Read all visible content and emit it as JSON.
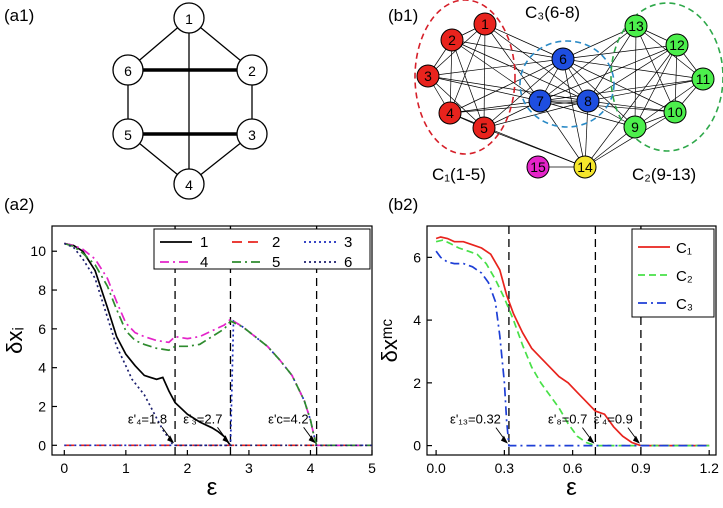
{
  "panels": {
    "a1": "(a1)",
    "a2": "(a2)",
    "b1": "(b1)",
    "b2": "(b2)"
  },
  "graph_a1": {
    "nodes": [
      "1",
      "2",
      "3",
      "4",
      "5",
      "6"
    ]
  },
  "graph_b1": {
    "cluster_labels": {
      "c1": "C₁(1-5)",
      "c2": "C₂(9-13)",
      "c3": "C₃(6-8)"
    },
    "nodes": [
      "1",
      "2",
      "3",
      "4",
      "5",
      "6",
      "7",
      "8",
      "9",
      "10",
      "11",
      "12",
      "13",
      "14",
      "15"
    ],
    "colors": {
      "c1": "#e8231d",
      "c2": "#4cef4c",
      "c3": "#1e4ee0",
      "n14": "#f5e62b",
      "n15": "#e424c9"
    }
  },
  "chart_data": [
    {
      "id": "a2",
      "type": "line",
      "xlabel": "ε",
      "ylabel": "δxᵢ",
      "xlim": [
        -0.2,
        5.0
      ],
      "ylim": [
        -0.5,
        11.3
      ],
      "xticks": [
        "0",
        "1",
        "2",
        "3",
        "4",
        "5"
      ],
      "yticks": [
        "0",
        "2",
        "4",
        "6",
        "8",
        "10"
      ],
      "legend_placement": "top-right",
      "vlines": [
        1.8,
        2.7,
        4.1
      ],
      "annotations": [
        {
          "text": "ε'₄=1.8",
          "x": 1.8
        },
        {
          "text": "ε'₃=2.7",
          "x": 2.7
        },
        {
          "text": "ε'c=4.2",
          "x": 4.1
        }
      ],
      "series": [
        {
          "name": "1",
          "color": "#000000",
          "dash": "solid",
          "x": [
            0,
            0.15,
            0.3,
            0.5,
            0.7,
            0.85,
            1.0,
            1.15,
            1.3,
            1.4,
            1.5,
            1.6,
            1.7,
            1.8,
            2.0,
            2.2,
            2.4,
            2.5,
            2.6,
            2.65,
            2.7
          ],
          "y": [
            10.4,
            10.3,
            10.0,
            9.0,
            7.1,
            5.6,
            4.7,
            4.1,
            3.6,
            3.5,
            3.4,
            3.5,
            2.8,
            2.2,
            1.6,
            1.2,
            0.9,
            0.7,
            0.45,
            0.2,
            0
          ]
        },
        {
          "name": "2",
          "color": "#e8231d",
          "dash": "long",
          "x": [
            0,
            5
          ],
          "y": [
            0,
            0
          ]
        },
        {
          "name": "3",
          "color": "#1c2dbf",
          "dash": "dot",
          "x": [
            0,
            2.7,
            2.75,
            2.9,
            3.1,
            3.3,
            3.5,
            3.7,
            3.9,
            4.0,
            4.05,
            4.1,
            5.0
          ],
          "y": [
            0,
            0,
            6.4,
            6.1,
            5.6,
            5.1,
            4.4,
            3.6,
            2.3,
            1.3,
            0.6,
            0,
            0
          ]
        },
        {
          "name": "4",
          "color": "#e424c9",
          "dash": "dashdot",
          "x": [
            0,
            0.15,
            0.3,
            0.5,
            0.7,
            0.85,
            1.0,
            1.15,
            1.3,
            1.5,
            1.7,
            1.8,
            2.0,
            2.2,
            2.4,
            2.6,
            2.7,
            2.9,
            3.1,
            3.3,
            3.5,
            3.7,
            3.9,
            4.0,
            4.05,
            4.1,
            5.0
          ],
          "y": [
            10.4,
            10.3,
            10.1,
            9.6,
            8.6,
            7.4,
            6.3,
            5.8,
            5.6,
            5.4,
            5.3,
            5.6,
            5.5,
            5.6,
            5.9,
            6.2,
            6.5,
            6.1,
            5.6,
            5.1,
            4.4,
            3.6,
            2.3,
            1.3,
            0.6,
            0,
            0
          ]
        },
        {
          "name": "5",
          "color": "#2e8b2e",
          "dash": "dashdot",
          "x": [
            0,
            0.15,
            0.3,
            0.5,
            0.7,
            0.85,
            1.0,
            1.15,
            1.3,
            1.5,
            1.7,
            1.8,
            2.0,
            2.2,
            2.4,
            2.6,
            2.7,
            2.9,
            3.1,
            3.3,
            3.5,
            3.7,
            3.9,
            4.0,
            4.05,
            4.1,
            5.0
          ],
          "y": [
            10.4,
            10.25,
            9.9,
            9.3,
            8.2,
            7.0,
            5.9,
            5.4,
            5.2,
            5.0,
            4.9,
            5.1,
            5.1,
            5.2,
            5.6,
            6.0,
            6.4,
            6.1,
            5.6,
            5.1,
            4.4,
            3.6,
            2.3,
            1.3,
            0.6,
            0,
            0
          ]
        },
        {
          "name": "6",
          "color": "#1c1f6e",
          "dash": "dot",
          "x": [
            0,
            0.15,
            0.3,
            0.5,
            0.7,
            0.85,
            1.0,
            1.1,
            1.2,
            1.3,
            1.4,
            1.5,
            1.6,
            1.7,
            1.75,
            1.8,
            5.0
          ],
          "y": [
            10.4,
            10.2,
            9.6,
            8.6,
            6.6,
            5.1,
            4.1,
            3.4,
            3.0,
            2.6,
            2.0,
            1.4,
            0.8,
            0.35,
            0.1,
            0,
            0
          ]
        }
      ]
    },
    {
      "id": "b2",
      "type": "line",
      "xlabel": "ε",
      "ylabel": "δxᵐᶜ",
      "xlim": [
        -0.04,
        1.23
      ],
      "ylim": [
        -0.3,
        7.0
      ],
      "xticks": [
        "0.0",
        "0.3",
        "0.6",
        "0.9",
        "1.2"
      ],
      "yticks": [
        "0",
        "2",
        "4",
        "6"
      ],
      "legend_placement": "top-right",
      "vlines": [
        0.32,
        0.7,
        0.9
      ],
      "annotations": [
        {
          "text": "ε'₁₃=0.32",
          "x": 0.32
        },
        {
          "text": "ε'₈=0.7",
          "x": 0.7
        },
        {
          "text": "ε'₄=0.9",
          "x": 0.9
        }
      ],
      "series": [
        {
          "name": "C₁",
          "color": "#e8231d",
          "dash": "solid",
          "x": [
            0,
            0.02,
            0.05,
            0.08,
            0.12,
            0.16,
            0.2,
            0.24,
            0.28,
            0.31,
            0.34,
            0.38,
            0.42,
            0.46,
            0.5,
            0.54,
            0.58,
            0.62,
            0.66,
            0.7,
            0.74,
            0.78,
            0.82,
            0.86,
            0.9,
            1.2
          ],
          "y": [
            6.6,
            6.65,
            6.6,
            6.5,
            6.5,
            6.4,
            6.3,
            6.1,
            5.6,
            4.8,
            4.2,
            3.6,
            3.1,
            2.8,
            2.5,
            2.2,
            2.0,
            1.7,
            1.4,
            1.1,
            1.0,
            0.6,
            0.3,
            0.1,
            0,
            0
          ]
        },
        {
          "name": "C₂",
          "color": "#48e048",
          "dash": "dash",
          "x": [
            0,
            0.03,
            0.06,
            0.1,
            0.14,
            0.18,
            0.22,
            0.26,
            0.3,
            0.34,
            0.38,
            0.42,
            0.46,
            0.5,
            0.54,
            0.58,
            0.62,
            0.66,
            0.7,
            1.2
          ],
          "y": [
            6.5,
            6.55,
            6.45,
            6.3,
            6.2,
            6.1,
            5.8,
            5.3,
            4.7,
            4.0,
            3.2,
            2.5,
            2.0,
            1.6,
            1.2,
            0.7,
            0.3,
            0.1,
            0,
            0
          ]
        },
        {
          "name": "C₃",
          "color": "#1e3fd6",
          "dash": "dashdot",
          "x": [
            0,
            0.02,
            0.05,
            0.08,
            0.12,
            0.16,
            0.2,
            0.23,
            0.26,
            0.28,
            0.3,
            0.31,
            0.32,
            1.2
          ],
          "y": [
            6.2,
            6.0,
            5.85,
            5.8,
            5.8,
            5.7,
            5.5,
            5.2,
            4.6,
            3.5,
            2.0,
            0.8,
            0,
            0
          ]
        }
      ]
    }
  ]
}
